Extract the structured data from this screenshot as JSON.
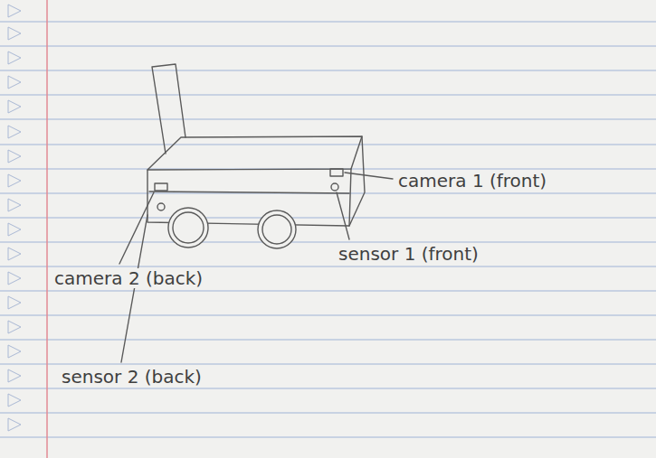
{
  "diagram": {
    "labels": [
      "camera 1 (front)",
      "sensor 1 (front)",
      "camera 2 (back)",
      "sensor 2 (back)"
    ]
  }
}
